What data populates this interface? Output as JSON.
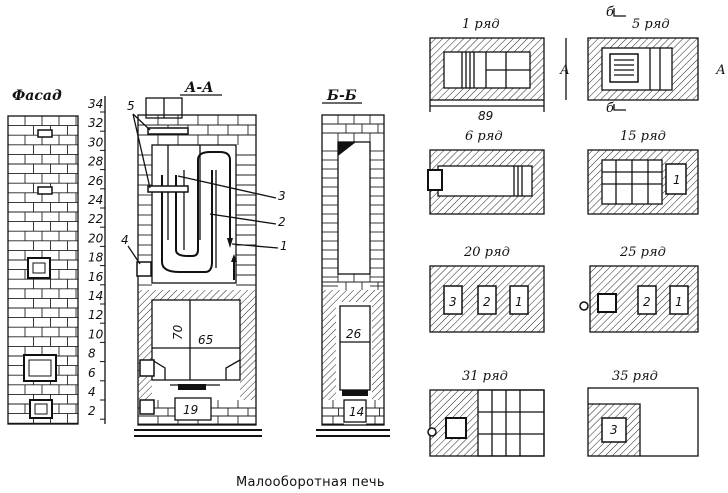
{
  "caption": "Малооборотная печь",
  "views": {
    "facade": "Фасад",
    "section_aa": "А-А",
    "section_bb": "Б-Б"
  },
  "row_numbers": [
    "34",
    "32",
    "30",
    "28",
    "26",
    "24",
    "22",
    "20",
    "18",
    "16",
    "14",
    "12",
    "10",
    "8",
    "6",
    "4",
    "2"
  ],
  "callouts": [
    "5",
    "4",
    "3",
    "2",
    "1"
  ],
  "dimensions": {
    "aa_height": "70",
    "aa_width": "65",
    "aa_base": "19",
    "bb_width": "26",
    "bb_base": "14",
    "row1_width": "89"
  },
  "plans": [
    {
      "label": "1 ряд"
    },
    {
      "label": "5 ряд"
    },
    {
      "label": "6 ряд"
    },
    {
      "label": "15 ряд"
    },
    {
      "label": "20 ряд"
    },
    {
      "label": "25 ряд"
    },
    {
      "label": "31 ряд"
    },
    {
      "label": "35 ряд"
    }
  ],
  "plan_numbers": {
    "p15": [
      "1"
    ],
    "p20": [
      "3",
      "2",
      "1"
    ],
    "p25": [
      "2",
      "1"
    ],
    "p35": [
      "3"
    ]
  },
  "section_markers": {
    "b_top": "б",
    "b_bottom": "б",
    "a_left": "А",
    "a_right": "А"
  }
}
